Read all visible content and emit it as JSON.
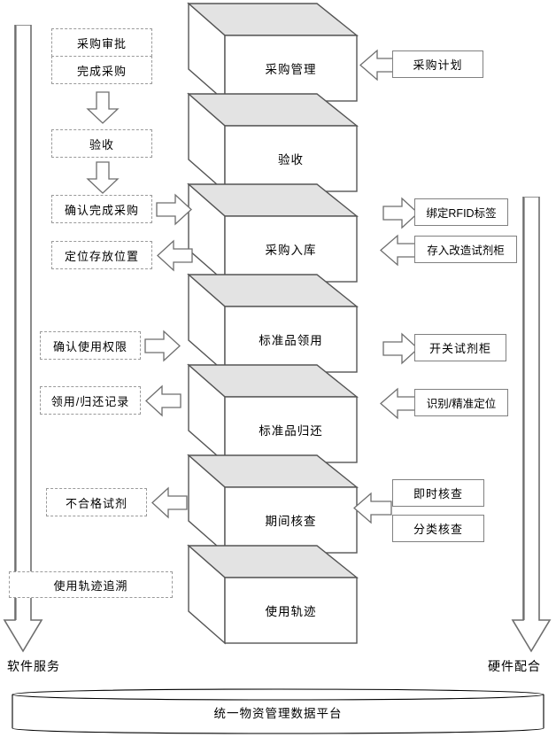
{
  "diagram": {
    "title_platform": "统一物资管理数据平台",
    "column_captions": {
      "left": "软件服务",
      "right": "硬件配合"
    },
    "stack_boxes": [
      {
        "label": "采购管理"
      },
      {
        "label": "验收"
      },
      {
        "label": "采购入库"
      },
      {
        "label": "标准品领用"
      },
      {
        "label": "标准品归还"
      },
      {
        "label": "期间核查"
      },
      {
        "label": "使用轨迹"
      }
    ],
    "software_items": [
      {
        "label": "采购审批"
      },
      {
        "label": "完成采购"
      },
      {
        "label": "验收"
      },
      {
        "label": "确认完成采购"
      },
      {
        "label": "定位存放位置"
      },
      {
        "label": "确认使用权限"
      },
      {
        "label": "领用/归还记录"
      },
      {
        "label": "不合格试剂"
      },
      {
        "label": "使用轨迹追溯"
      }
    ],
    "hardware_items": [
      {
        "label": "采购计划"
      },
      {
        "label": "绑定RFID标签"
      },
      {
        "label": "存入改造试剂柜"
      },
      {
        "label": "开关试剂柜"
      },
      {
        "label": "识别/精准定位"
      },
      {
        "label": "即时核查"
      },
      {
        "label": "分类核查"
      }
    ],
    "colors": {
      "stroke": "#555555",
      "stroke_light": "#808080",
      "stroke_dash": "#9a9a9a",
      "face_top": "#e3e3e3",
      "face_front": "#ffffff",
      "text": "#000000",
      "background": "#ffffff"
    }
  }
}
